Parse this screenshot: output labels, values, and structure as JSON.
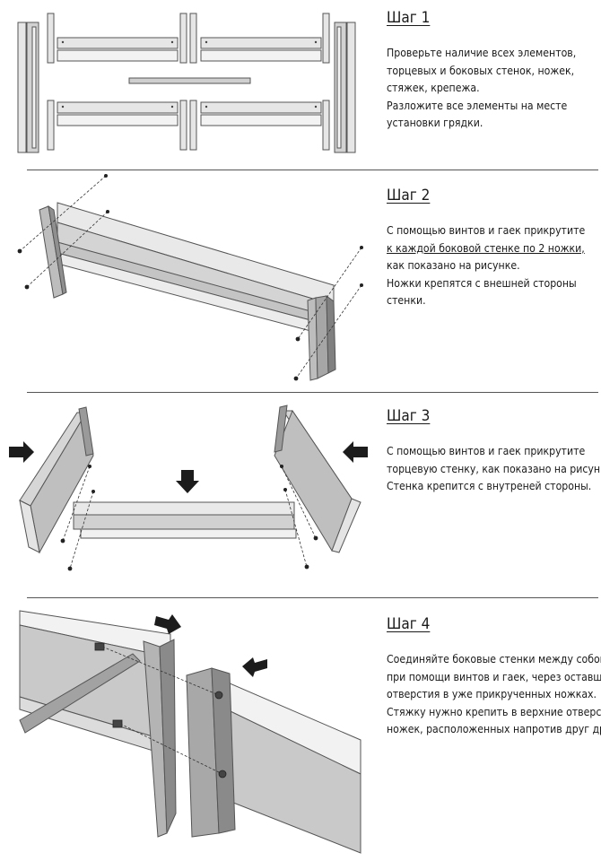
{
  "steps": [
    {
      "title": "Шаг 1",
      "lines": [
        {
          "text": "Проверьте наличие всех элементов,",
          "u": false
        },
        {
          "text": "торцевых и боковых стенок, ножек,",
          "u": false
        },
        {
          "text": "стяжек, крепежа.",
          "u": false
        },
        {
          "text": "Разложите все элементы на месте",
          "u": false
        },
        {
          "text": "установки грядки.",
          "u": false
        }
      ]
    },
    {
      "title": "Шаг 2",
      "lines": [
        {
          "text": "С помощью винтов и гаек прикрутите",
          "u": false
        },
        {
          "text": "к каждой боковой стенке по 2 ножки,",
          "u": true
        },
        {
          "text": "как показано на рисунке.",
          "u": false
        },
        {
          "text": "Ножки крепятся с внешней стороны",
          "u": false
        },
        {
          "text": "стенки.",
          "u": false
        }
      ]
    },
    {
      "title": "Шаг 3",
      "lines": [
        {
          "text": "С помощью винтов и гаек прикрутите",
          "u": false
        },
        {
          "text": "торцевую стенку, как показано на рисунке.",
          "u": false
        },
        {
          "text": "Стенка крепится с внутреней стороны.",
          "u": false
        }
      ]
    },
    {
      "title": "Шаг 4",
      "lines": [
        {
          "text": "Соединяйте боковые стенки между собой",
          "u": false
        },
        {
          "text": "при помощи винтов и гаек, через оставшиеся",
          "u": false
        },
        {
          "text": "отверстия в уже прикрученных ножках.",
          "u": false
        },
        {
          "text": "Стяжку нужно крепить в верхние отверстия",
          "u": false
        },
        {
          "text": "ножек, расположенных напротив друг друга.",
          "u": false
        }
      ]
    }
  ],
  "colors": {
    "metal_light": "#e9e9e9",
    "metal_mid": "#c8c8c8",
    "metal_dark": "#8e8e8e",
    "outline": "#555555",
    "arrow": "#1c1c1c"
  }
}
